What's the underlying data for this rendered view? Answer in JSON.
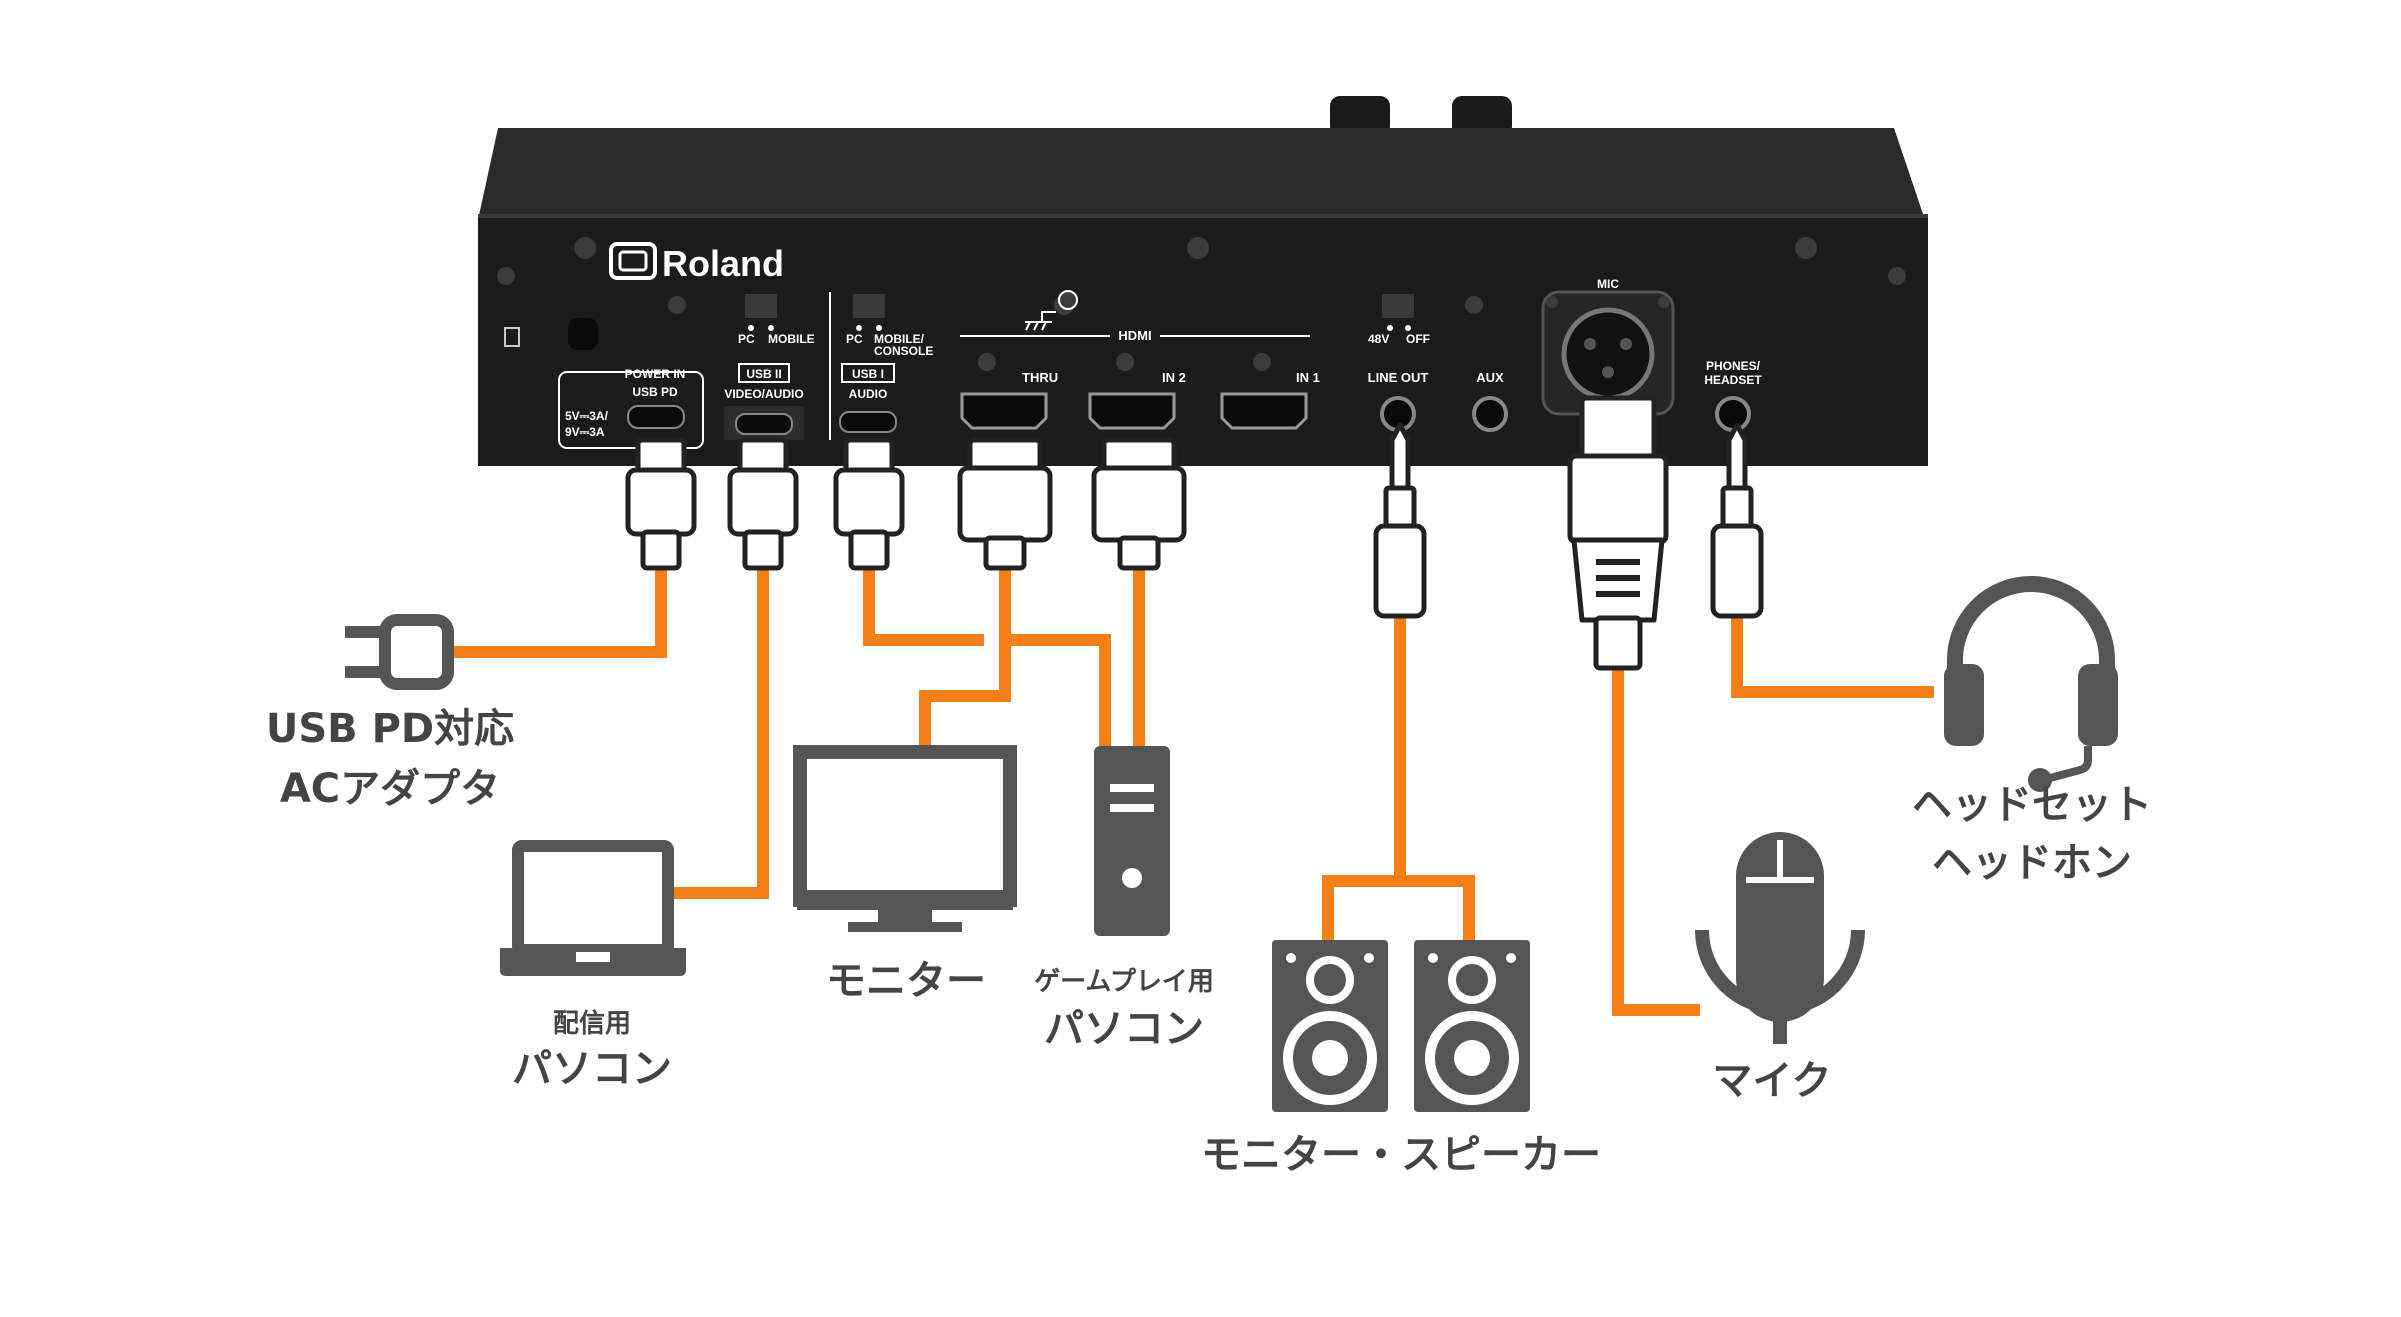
{
  "colors": {
    "cable": "#f57f17",
    "panel": "#1b1b1b",
    "icon": "#555555",
    "label": "#444444",
    "plug": "#ffffff"
  },
  "device": {
    "brand": "Roland",
    "ports": {
      "power_in": "POWER IN",
      "usb_pd": "USB PD",
      "power_spec_1": "5V⎓3A/",
      "power_spec_2": "9V⎓3A",
      "pc_1": "PC",
      "mobile_1": "MOBILE",
      "usb2": "USB II",
      "video_audio": "VIDEO/AUDIO",
      "pc_2": "PC",
      "mobile_console_1": "MOBILE/",
      "mobile_console_2": "CONSOLE",
      "usb1": "USB I",
      "audio": "AUDIO",
      "hdmi": "HDMI",
      "thru": "THRU",
      "in2": "IN 2",
      "in1": "IN 1",
      "phantom_48v": "48V",
      "phantom_off": "OFF",
      "line_out": "LINE OUT",
      "aux": "AUX",
      "mic": "MIC",
      "phones_1": "PHONES/",
      "phones_2": "HEADSET"
    }
  },
  "labels": {
    "adapter_line1": "USB PD対応",
    "adapter_line2": "ACアダプタ",
    "stream_pc_line1": "配信用",
    "stream_pc_line2": "パソコン",
    "monitor": "モニター",
    "game_pc_line1": "ゲームプレイ用",
    "game_pc_line2": "パソコン",
    "speakers": "モニター・スピーカー",
    "mic": "マイク",
    "headset_line1": "ヘッドセット",
    "headset_line2": "ヘッドホン"
  },
  "icons": [
    "plug-icon",
    "laptop-icon",
    "monitor-icon",
    "pc-tower-icon",
    "speaker-icon",
    "microphone-icon",
    "headset-icon"
  ]
}
